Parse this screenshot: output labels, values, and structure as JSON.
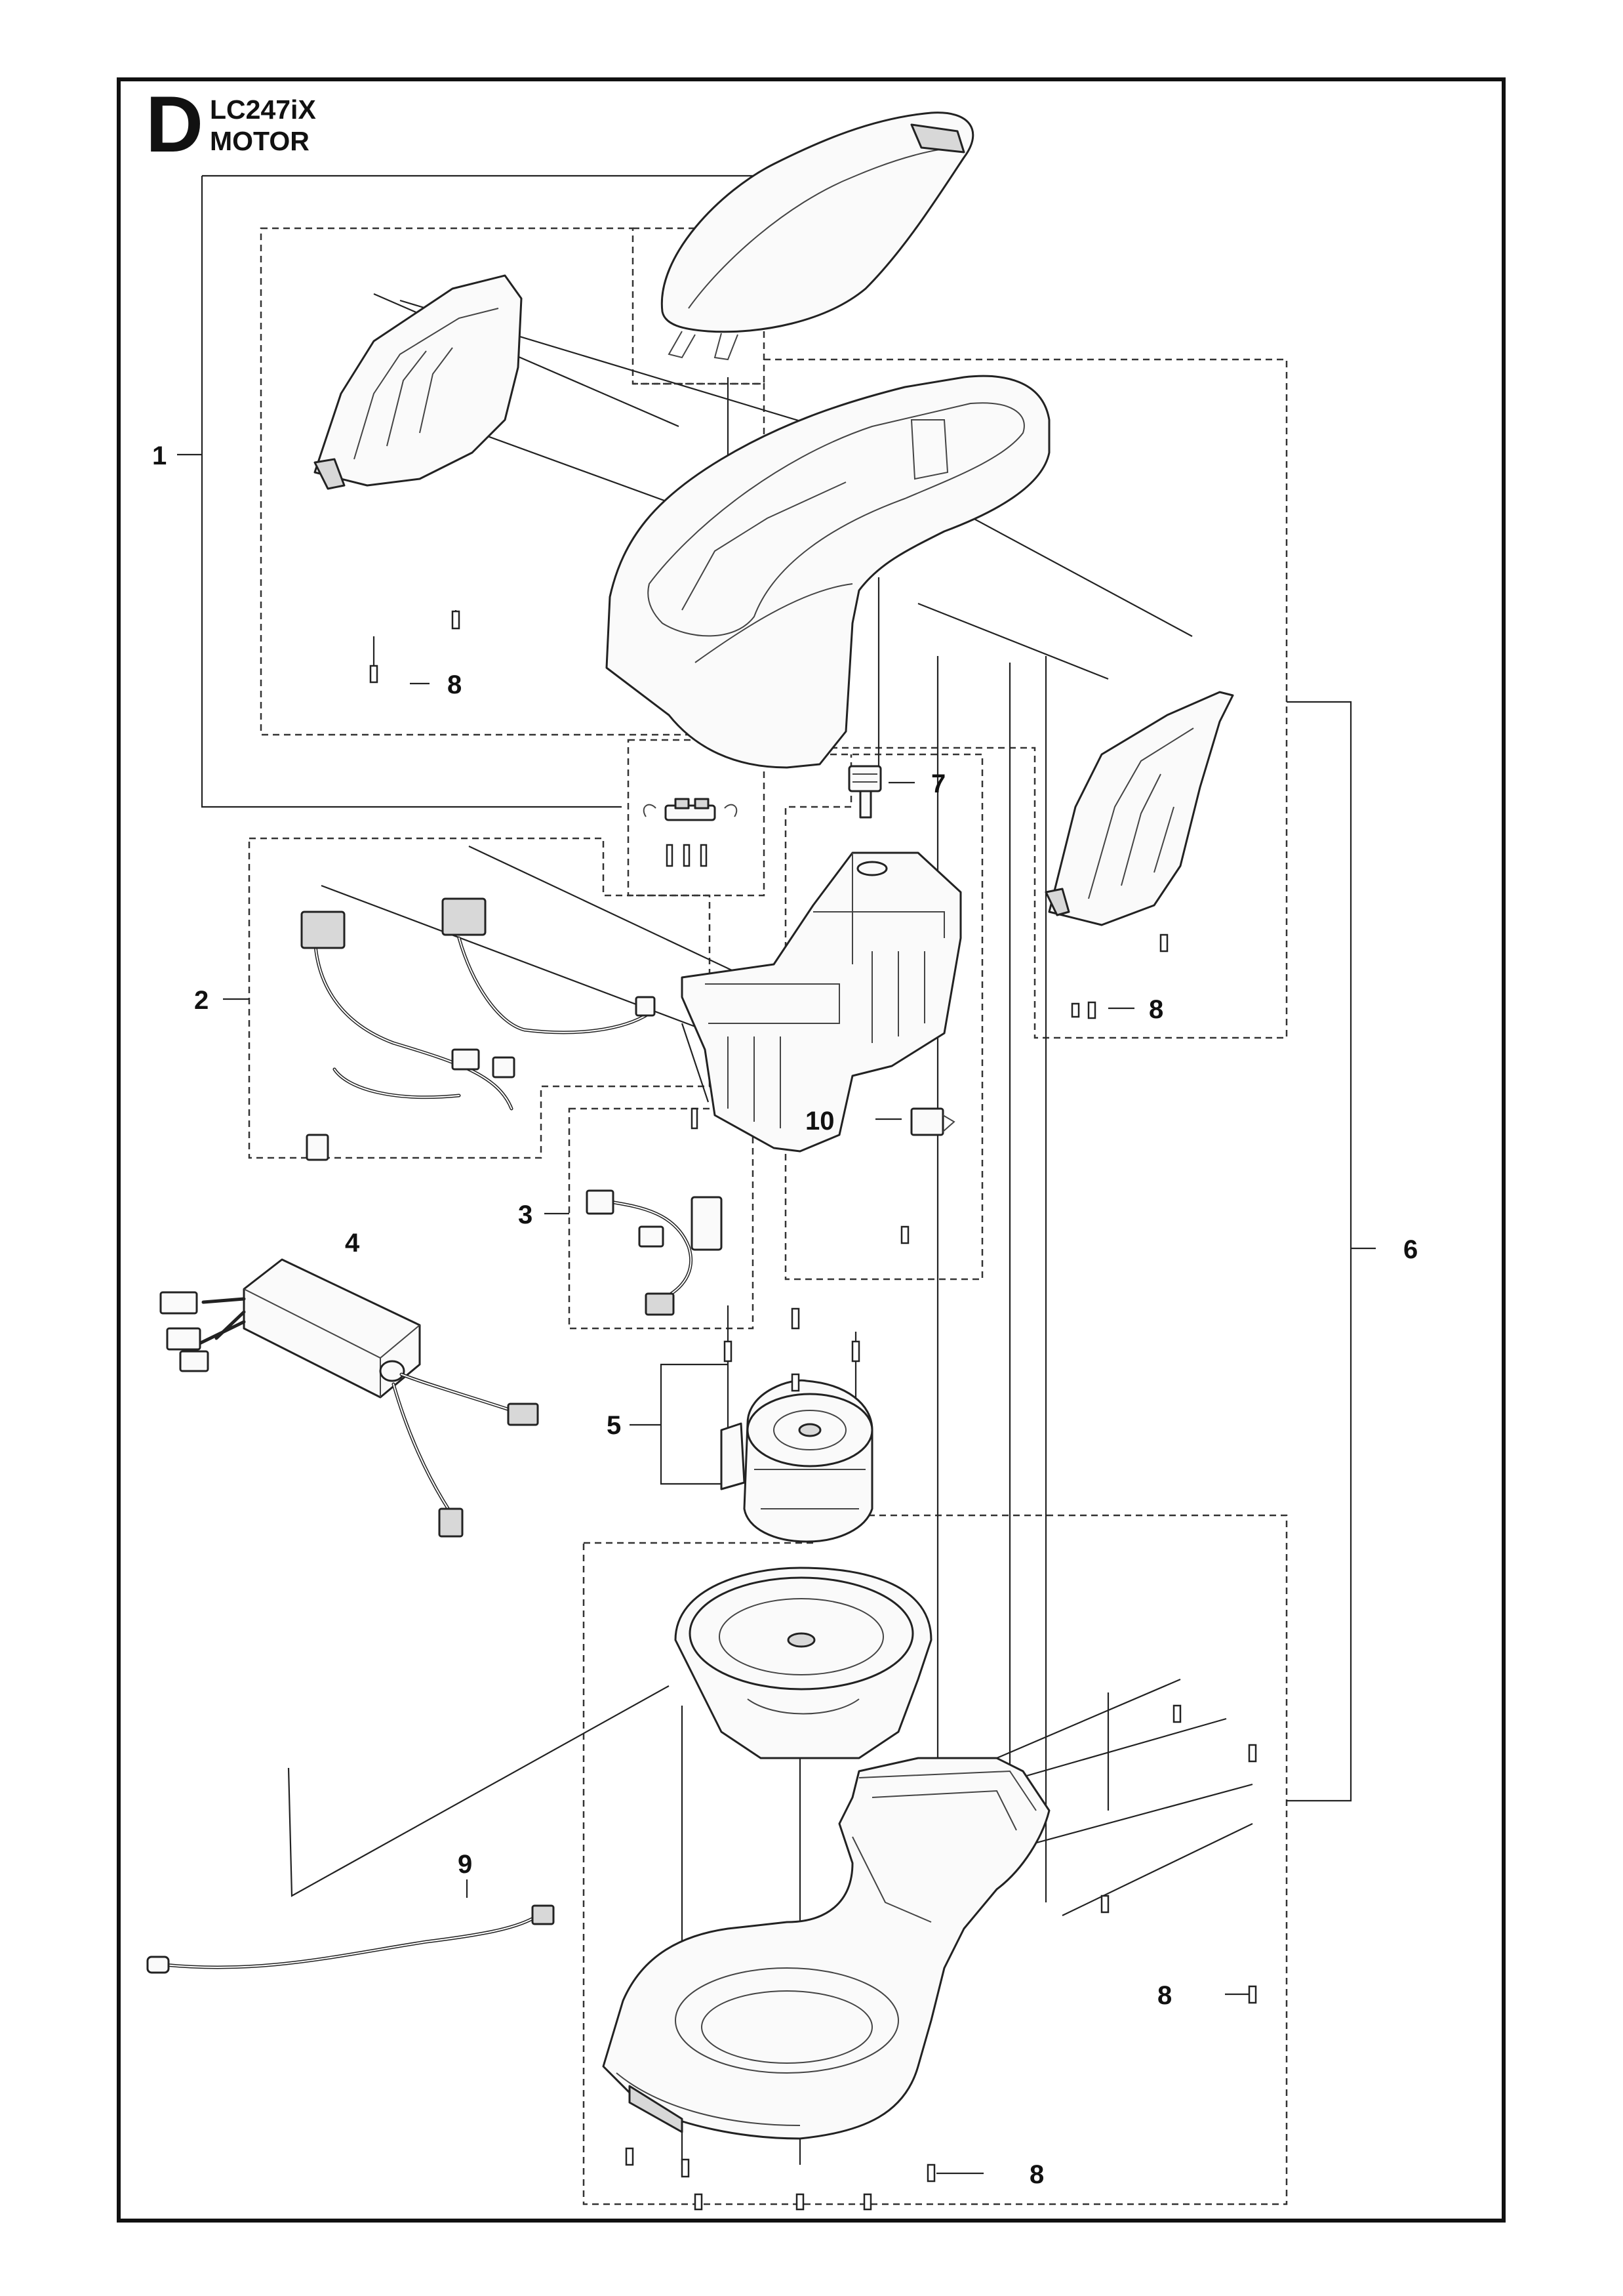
{
  "header": {
    "section_letter": "D",
    "model": "LC247iX",
    "section": "MOTOR"
  },
  "callouts": [
    "1",
    "2",
    "3",
    "4",
    "5",
    "6",
    "7",
    "8",
    "9",
    "10"
  ]
}
